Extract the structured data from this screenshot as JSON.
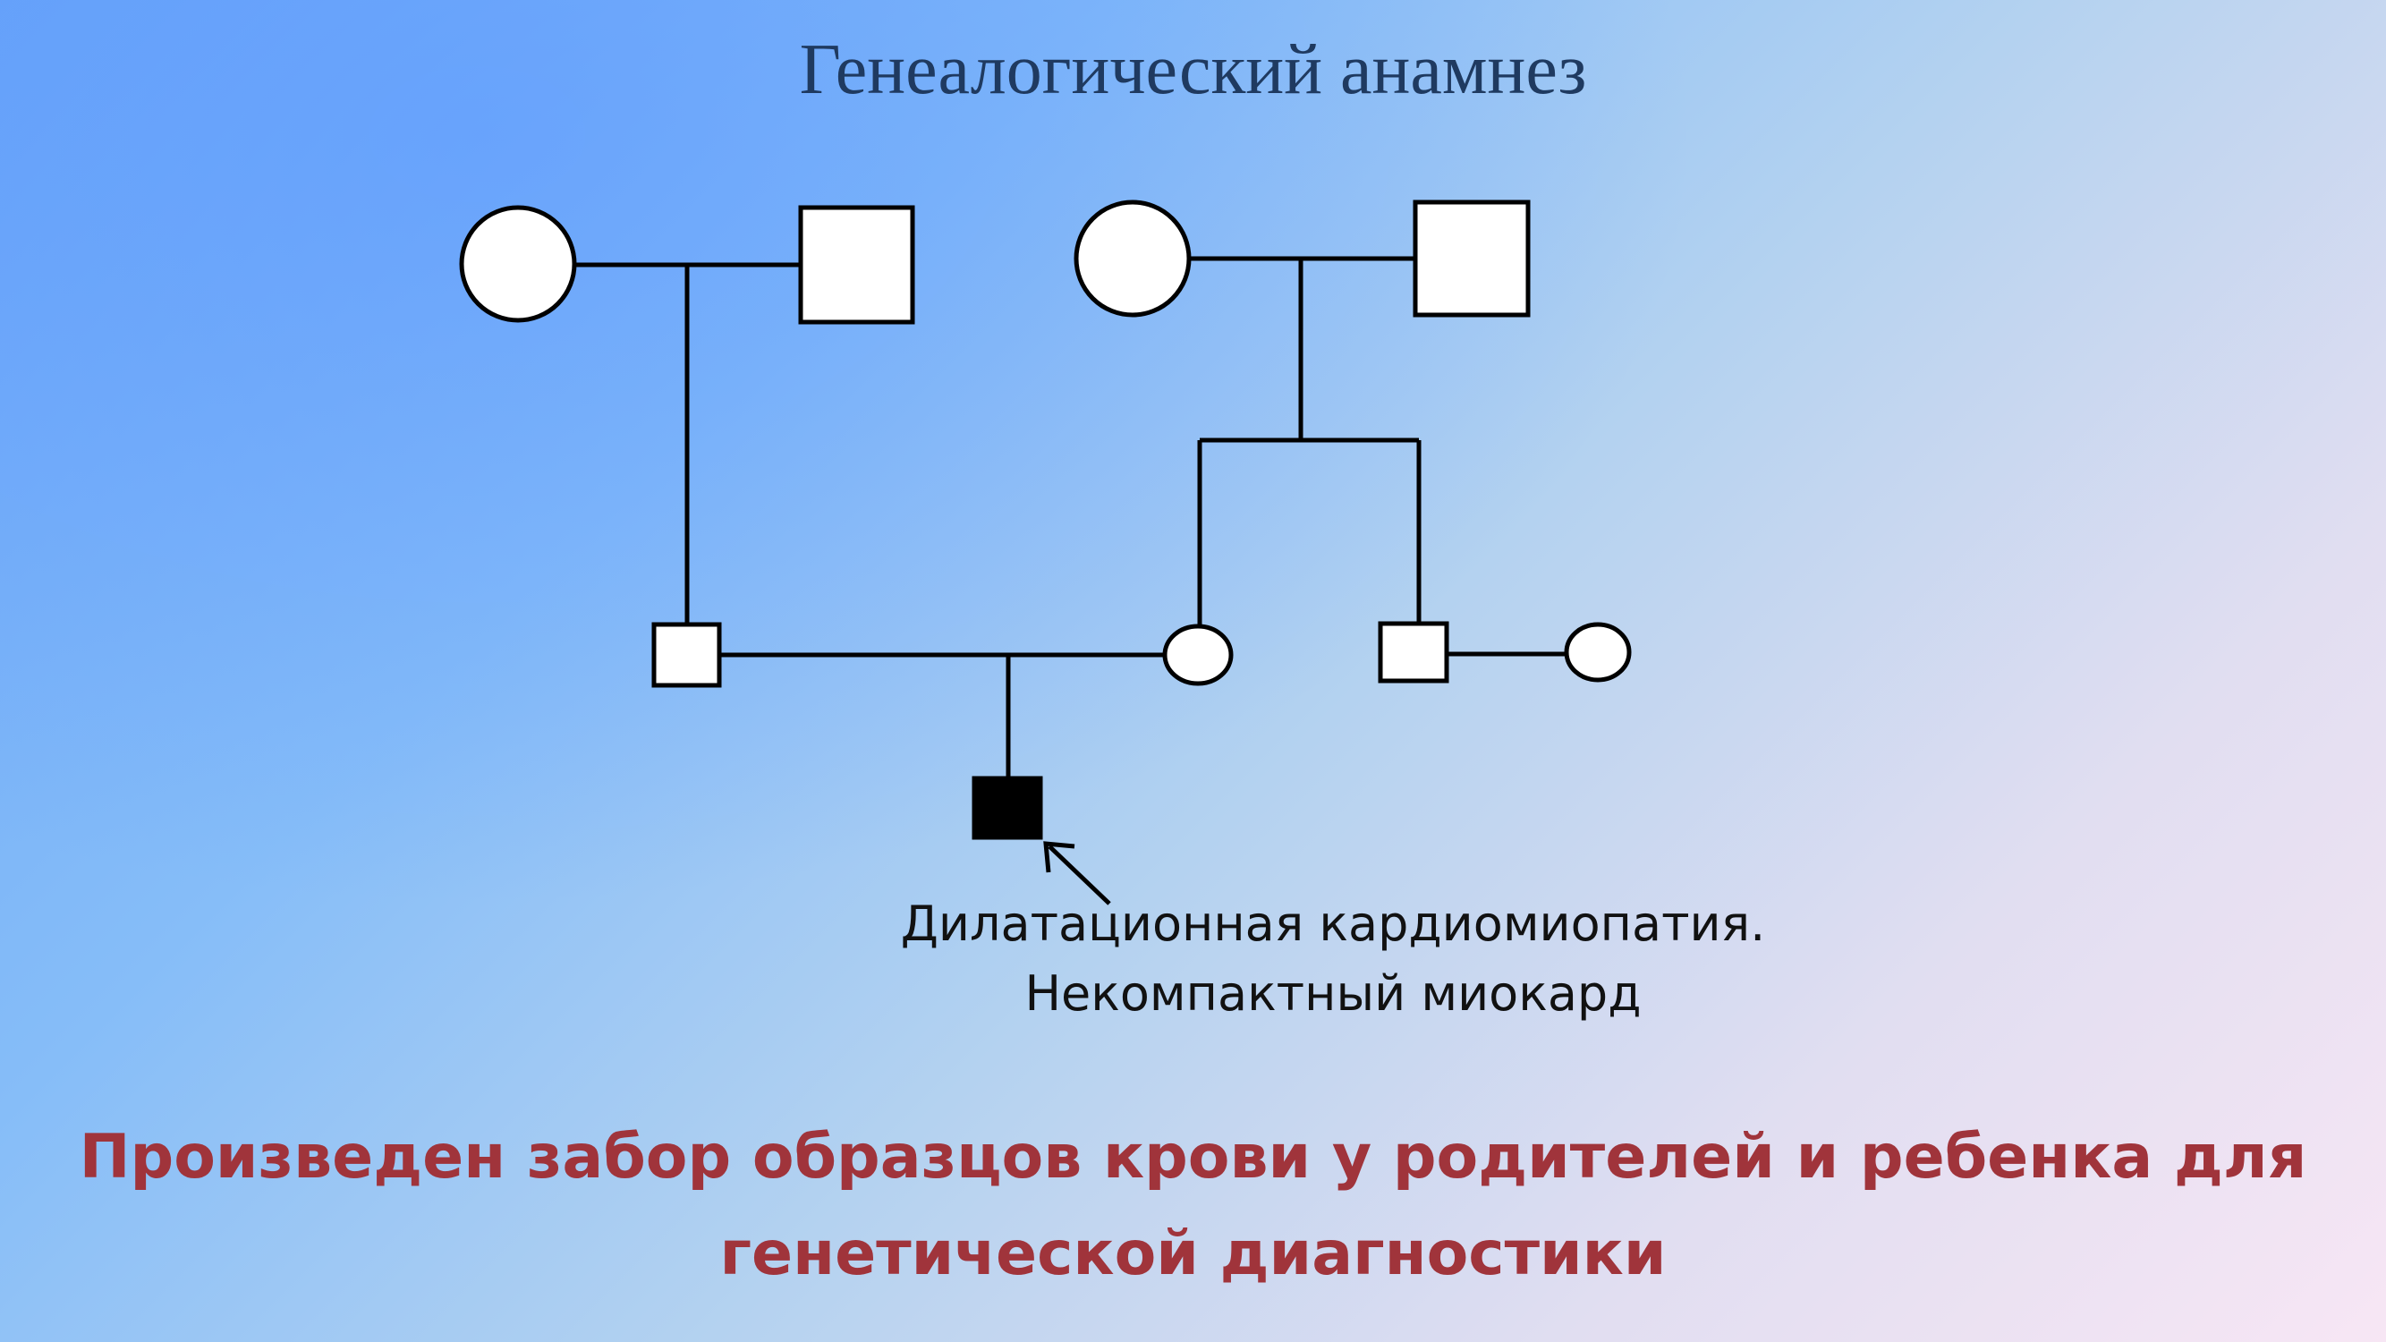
{
  "title": "Генеалогический анамнез",
  "pedigree": {
    "generations": [
      {
        "couples": [
          {
            "female": "female-unaffected",
            "male": "male-unaffected"
          },
          {
            "female": "female-unaffected",
            "male": "male-unaffected"
          }
        ]
      },
      {
        "individuals": [
          "male-unaffected",
          "female-unaffected",
          "male-unaffected",
          "female-unaffected"
        ]
      },
      {
        "proband": "male-affected"
      }
    ]
  },
  "annotation": {
    "line1": "Дилатационная кардиомиопатия.",
    "line2": "Некомпактный миокард"
  },
  "footer": {
    "line1": "Произведен забор образцов крови у родителей и ребенка для",
    "line2": "генетической диагностики"
  }
}
